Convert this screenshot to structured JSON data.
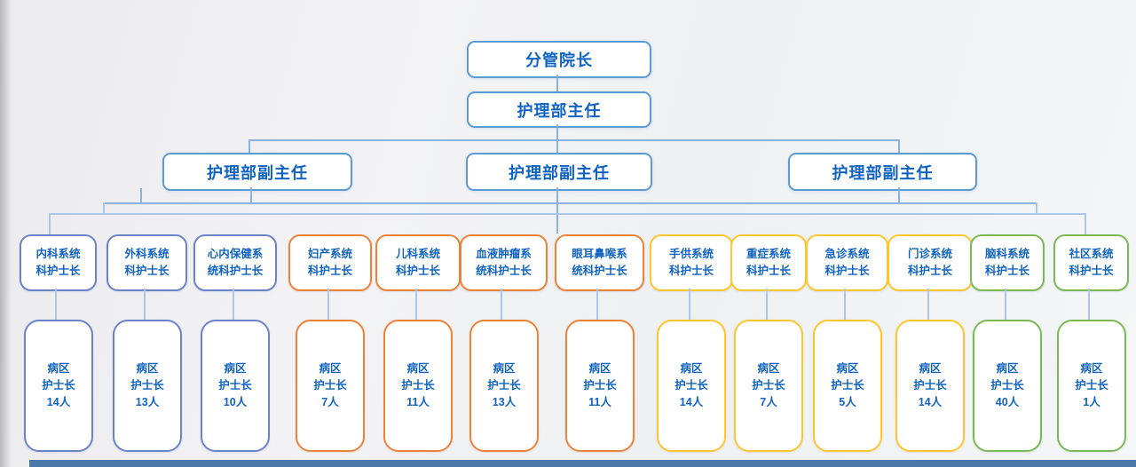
{
  "chart": {
    "type": "org-chart",
    "root": {
      "title": "分管院长"
    },
    "director": {
      "title": "护理部主任"
    },
    "deputies": [
      {
        "title": "护理部副主任"
      },
      {
        "title": "护理部副主任"
      },
      {
        "title": "护理部副主任"
      }
    ],
    "departments": [
      {
        "line1": "内科系统",
        "line2": "科护士长",
        "group_color": "blue",
        "ward": {
          "l1": "病区",
          "l2": "护士长",
          "count": "14人"
        }
      },
      {
        "line1": "外科系统",
        "line2": "科护士长",
        "group_color": "blue",
        "ward": {
          "l1": "病区",
          "l2": "护士长",
          "count": "13人"
        }
      },
      {
        "line1": "心内保健系",
        "line2": "统科护士长",
        "group_color": "blue",
        "ward": {
          "l1": "病区",
          "l2": "护士长",
          "count": "10人"
        }
      },
      {
        "line1": "妇产系统",
        "line2": "科护士长",
        "group_color": "orange",
        "ward": {
          "l1": "病区",
          "l2": "护士长",
          "count": "7人"
        }
      },
      {
        "line1": "儿科系统",
        "line2": "科护士长",
        "group_color": "orange",
        "ward": {
          "l1": "病区",
          "l2": "护士长",
          "count": "11人"
        }
      },
      {
        "line1": "血液肿瘤系",
        "line2": "统科护士长",
        "group_color": "orange",
        "ward": {
          "l1": "病区",
          "l2": "护士长",
          "count": "13人"
        }
      },
      {
        "line1": "眼耳鼻喉系",
        "line2": "统科护士长",
        "group_color": "orange",
        "ward": {
          "l1": "病区",
          "l2": "护士长",
          "count": "11人"
        }
      },
      {
        "line1": "手供系统",
        "line2": "科护士长",
        "group_color": "yellow",
        "ward": {
          "l1": "病区",
          "l2": "护士长",
          "count": "14人"
        }
      },
      {
        "line1": "重症系统",
        "line2": "科护士长",
        "group_color": "yellow",
        "ward": {
          "l1": "病区",
          "l2": "护士长",
          "count": "7人"
        }
      },
      {
        "line1": "急诊系统",
        "line2": "科护士长",
        "group_color": "yellow",
        "ward": {
          "l1": "病区",
          "l2": "护士长",
          "count": "5人"
        }
      },
      {
        "line1": "门诊系统",
        "line2": "科护士长",
        "group_color": "yellow",
        "ward": {
          "l1": "病区",
          "l2": "护士长",
          "count": "14人"
        }
      },
      {
        "line1": "脑科系统",
        "line2": "科护士长",
        "group_color": "green",
        "ward": {
          "l1": "病区",
          "l2": "护士长",
          "count": "40人"
        }
      },
      {
        "line1": "社区系统",
        "line2": "科护士长",
        "group_color": "green",
        "ward": {
          "l1": "病区",
          "l2": "护士长",
          "count": "1人"
        }
      }
    ],
    "colors": {
      "level_box_border": "#5b9bd5",
      "text_blue": "#1063c2",
      "group_blue": "#6b83c9",
      "group_orange": "#ee8338",
      "group_yellow": "#ffc62e",
      "group_green": "#7aba55",
      "connector": "#8ab1e0",
      "connector_light": "#a9c7ea",
      "bottom_bar": "#4a78a9"
    }
  }
}
